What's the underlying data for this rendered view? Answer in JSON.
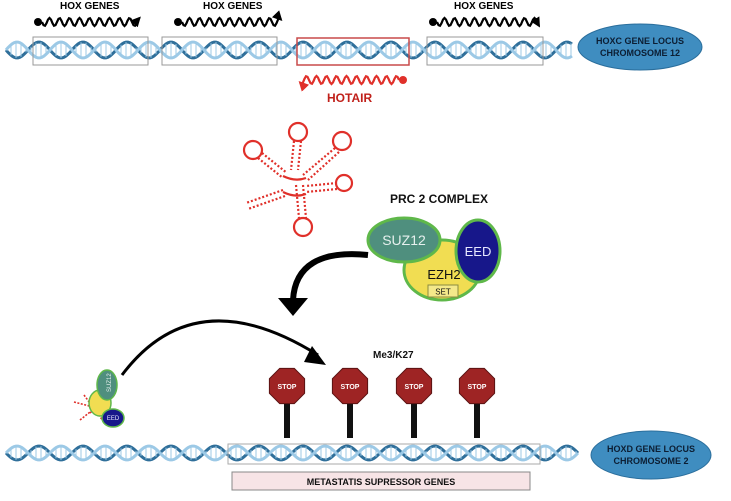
{
  "top": {
    "hox_genes": [
      {
        "label": "HOX GENES"
      },
      {
        "label": "HOX GENES"
      },
      {
        "label": "HOX GENES"
      }
    ],
    "hotair_label": "HOTAIR",
    "locus_line1": "HOXC GENE LOCUS",
    "locus_line2": "CHROMOSOME 12"
  },
  "complex": {
    "title": "PRC 2 COMPLEX",
    "suz12": "SUZ12",
    "eed": "EED",
    "ezh2": "EZH2",
    "set": "SET"
  },
  "bottom": {
    "mark_label": "Me3/K27",
    "stop_labels": [
      "STOP",
      "STOP",
      "STOP",
      "STOP"
    ],
    "mini_suz12": "SUZ12",
    "mini_eed": "EED",
    "suppressor_label": "METASTATIS SUPRESSOR GENES",
    "locus_line1": "HOXD GENE LOCUS",
    "locus_line2": "CHROMOSOME 2"
  },
  "colors": {
    "dna_dark": "#2f6f9a",
    "dna_light": "#9cc9e6",
    "rna_red": "#e0302a",
    "suz12_fill": "#4f8f7e",
    "eed_fill": "#17178a",
    "ezh2_fill": "#f1dd52",
    "complex_outline": "#5fb84a",
    "stop_fill": "#9e2424",
    "locus_fill": "#3f8dc0",
    "suppressor_box": "#f7e4e6"
  }
}
